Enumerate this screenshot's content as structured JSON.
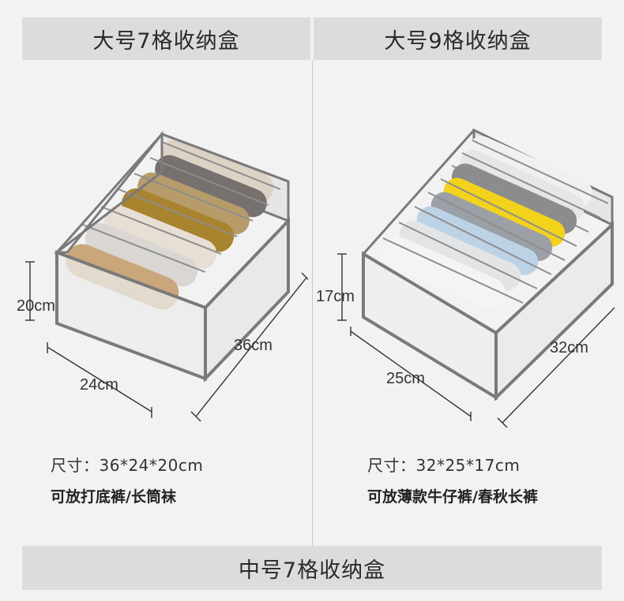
{
  "banners": {
    "left": "大号7格收纳盒",
    "right": "大号9格收纳盒",
    "bottom": "中号7格收纳盒"
  },
  "left_product": {
    "height_label": "20cm",
    "depth_label": "24cm",
    "length_label": "36cm",
    "size_text": "尺寸：36*24*20cm",
    "use_text": "可放打底裤/长筒袜",
    "compartments": 7
  },
  "right_product": {
    "height_label": "17cm",
    "depth_label": "25cm",
    "length_label": "32cm",
    "size_text": "尺寸：32*25*17cm",
    "use_text": "可放薄款牛仔裤/春秋长裤",
    "compartments": 9
  },
  "colors": {
    "banner_bg": "#dcdcdc",
    "page_bg": "#f2f2f2",
    "frame_gray": "#7a7a7a",
    "accent_yellow": "#f2d21a"
  }
}
